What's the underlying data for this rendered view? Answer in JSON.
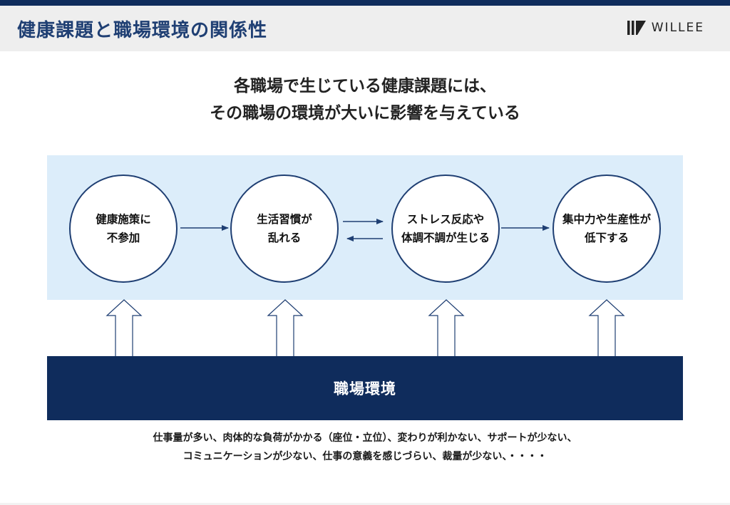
{
  "header": {
    "title": "健康課題と職場環境の関係性",
    "brand": "WILLEE"
  },
  "headline": {
    "line1": "各職場で生じている健康課題には、",
    "line2": "その職場の環境が大いに影響を与えている"
  },
  "flow": {
    "steps": [
      {
        "line1": "健康施策に",
        "line2": "不参加"
      },
      {
        "line1": "生活習慣が",
        "line2": "乱れる"
      },
      {
        "line1": "ストレス反応や",
        "line2": "体調不調が生じる"
      },
      {
        "line1": "集中力や生産性が",
        "line2": "低下する"
      }
    ]
  },
  "base": {
    "label": "職場環境"
  },
  "factors": {
    "line1": "仕事量が多い、肉体的な負荷がかかる（座位・立位）、変わりが利かない、サポートが少ない、",
    "line2": "コミュニケーションが少ない、仕事の意義を感じづらい、裁量が少ない、・・・・"
  },
  "colors": {
    "navy": "#0f2c5c",
    "title_blue": "#1f3f73",
    "band": "#dcedfa",
    "header_bg": "#eeeeee"
  }
}
